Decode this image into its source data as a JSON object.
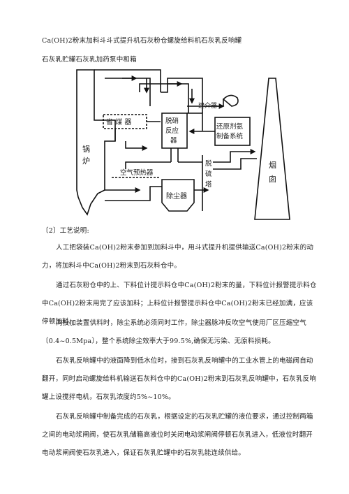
{
  "header": {
    "line1": "Ca(OH)2粉末加料斗斗式提升机石灰粉仓螺旋给料机石灰乳反响罐",
    "line2": "石灰乳贮罐石灰乳加药泵中和箱"
  },
  "diagram": {
    "labels": {
      "boiler": [
        "锅",
        "炉"
      ],
      "coal_saver": "省 煤 器",
      "denitration": [
        "脱硝",
        "反应",
        "器"
      ],
      "reducing_agent": [
        "还原剂氨",
        "制备系统"
      ],
      "chimney": [
        "烟",
        "囱"
      ],
      "air_preheater": "空气预热器",
      "dust_collector": "除尘器",
      "desulfurization": [
        "脱",
        "硫",
        "塔"
      ],
      "reagent": "建介器"
    }
  },
  "section": {
    "heading": "〔2〕工艺说明:",
    "p1": "人工把袋装Ca(OH)2粉末参加到加料斗中，用斗式提升机提供输送Ca(OH)2粉末的动力，将加料斗中Ca(OH)2粉末到石灰料仓中。",
    "p2": "通过石灰粉仓中的上、下料位计提示料仓中Ca(OH)2粉末的量，下料位计报警提示料仓中Ca(OH)2粉末用完了应该加料；上料位计报警提示料仓中Ca(OH)2粉末已经加满，应该停顿加料。",
    "p3": "向投加装置供料时，除尘系统必须同时工作，除尘器脉冲反吹空气使用厂区压缩空气〔0.4~0.5Mpa〕，整个系统除尘效率大于99.5%,确保无污染、无原料损耗。",
    "p4": "石灰乳反响罐中的液面降到低水位时，接到石灰乳反响罐中的工业水管上的电磁阀自动翻开，同时启动螺旋给料机输送石灰料仓中的Ca(OH)2粉末到石灰乳反响罐中，石灰乳反响罐上设搅拌电机，石灰乳浓度约5%~10%。",
    "p5": "石灰乳反响罐中制备完成的石灰乳，根据设定的石灰乳贮罐的液位要求，通过控制两箱之间的电动浆闸阀，使石灰乳储箱高液位时关闭电动浆闸阀停顿石灰乳进入，低液位时翻开电动浆闸阀使石灰乳进入，保证石灰乳贮罐中的石灰乳能连续供给。"
  }
}
